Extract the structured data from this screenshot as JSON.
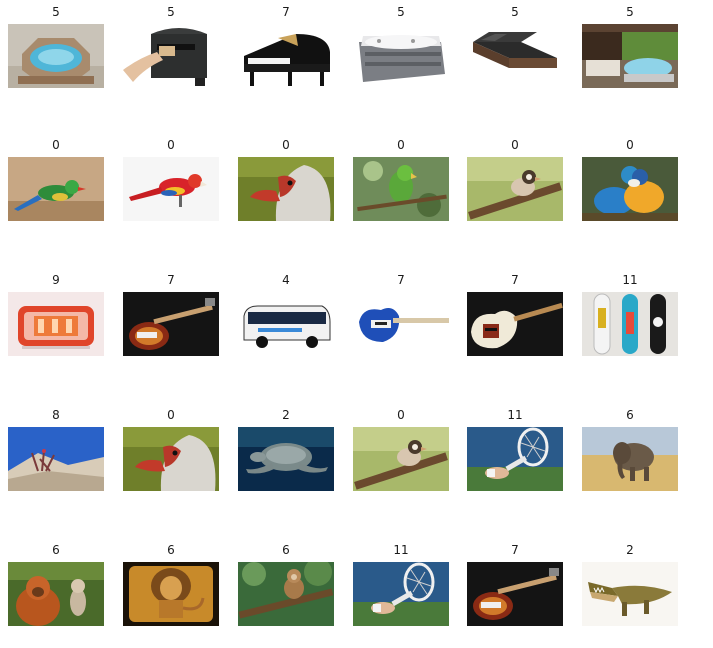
{
  "grid": {
    "rows": 5,
    "columns": 6,
    "cells": [
      {
        "label": "5",
        "icon": "hot-tub-icon"
      },
      {
        "label": "5",
        "icon": "mailbox-icon"
      },
      {
        "label": "7",
        "icon": "grand-piano-icon"
      },
      {
        "label": "5",
        "icon": "hot-tub-icon"
      },
      {
        "label": "5",
        "icon": "bed-icon"
      },
      {
        "label": "5",
        "icon": "patio-hot-tub-icon"
      },
      {
        "label": "0",
        "icon": "parrot-icon"
      },
      {
        "label": "0",
        "icon": "macaw-icon"
      },
      {
        "label": "0",
        "icon": "duck-head-icon"
      },
      {
        "label": "0",
        "icon": "green-parrot-icon"
      },
      {
        "label": "0",
        "icon": "finch-icon"
      },
      {
        "label": "0",
        "icon": "macaw-pair-icon"
      },
      {
        "label": "9",
        "icon": "alarm-clock-icon"
      },
      {
        "label": "7",
        "icon": "bass-guitar-icon"
      },
      {
        "label": "4",
        "icon": "bus-icon"
      },
      {
        "label": "7",
        "icon": "electric-guitar-icon"
      },
      {
        "label": "7",
        "icon": "electric-guitar-icon"
      },
      {
        "label": "11",
        "icon": "skateboards-icon"
      },
      {
        "label": "8",
        "icon": "mountain-icon"
      },
      {
        "label": "0",
        "icon": "duck-head-icon"
      },
      {
        "label": "2",
        "icon": "turtle-icon"
      },
      {
        "label": "0",
        "icon": "finch-icon"
      },
      {
        "label": "11",
        "icon": "tennis-racket-icon"
      },
      {
        "label": "6",
        "icon": "elephant-icon"
      },
      {
        "label": "6",
        "icon": "orangutan-icon"
      },
      {
        "label": "6",
        "icon": "lion-icon"
      },
      {
        "label": "6",
        "icon": "monkey-icon"
      },
      {
        "label": "11",
        "icon": "tennis-racket-icon"
      },
      {
        "label": "7",
        "icon": "bass-guitar-icon"
      },
      {
        "label": "2",
        "icon": "crocodile-icon"
      }
    ]
  },
  "colors": {
    "text": "#1b1b1b",
    "background": "#ffffff"
  }
}
